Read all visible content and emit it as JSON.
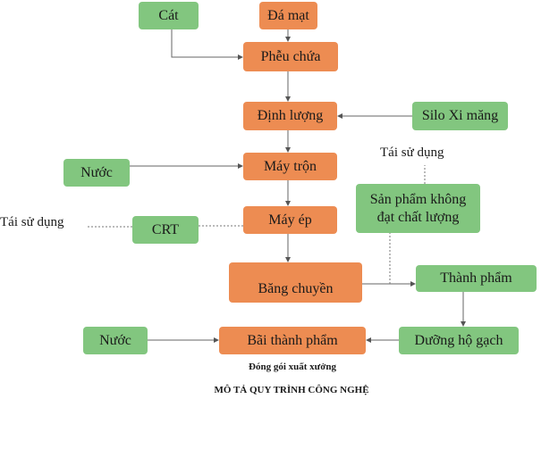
{
  "nodes": {
    "cat": "Cát",
    "da_mat": "Đá mạt",
    "pheu_chua": "Phễu chứa",
    "dinh_luong": "Định lượng",
    "silo": "Silo Xi măng",
    "may_tron": "Máy trộn",
    "nuoc_top": "Nước",
    "san_pham_khong_dat": "Sản phẩm không đạt chất lượng",
    "may_ep": "Máy ép",
    "crt": "CRT",
    "bang_chuyen": "Băng chuyền",
    "thanh_pham": "Thành phẩm",
    "nuoc_bottom": "Nước",
    "bai_thanh_pham": "Bãi thành phẩm",
    "duong_ho_gach": "Dưỡng hộ gạch"
  },
  "labels": {
    "tai_su_dung_right": "Tái sử dụng",
    "tai_su_dung_left": "Tái sử dụng",
    "dong_goi": "Đóng gói xuất xưởng",
    "title": "MÔ TẢ QUY TRÌNH CÔNG NGHỆ"
  },
  "colors": {
    "process": "#ed8c52",
    "input": "#82c67f"
  }
}
